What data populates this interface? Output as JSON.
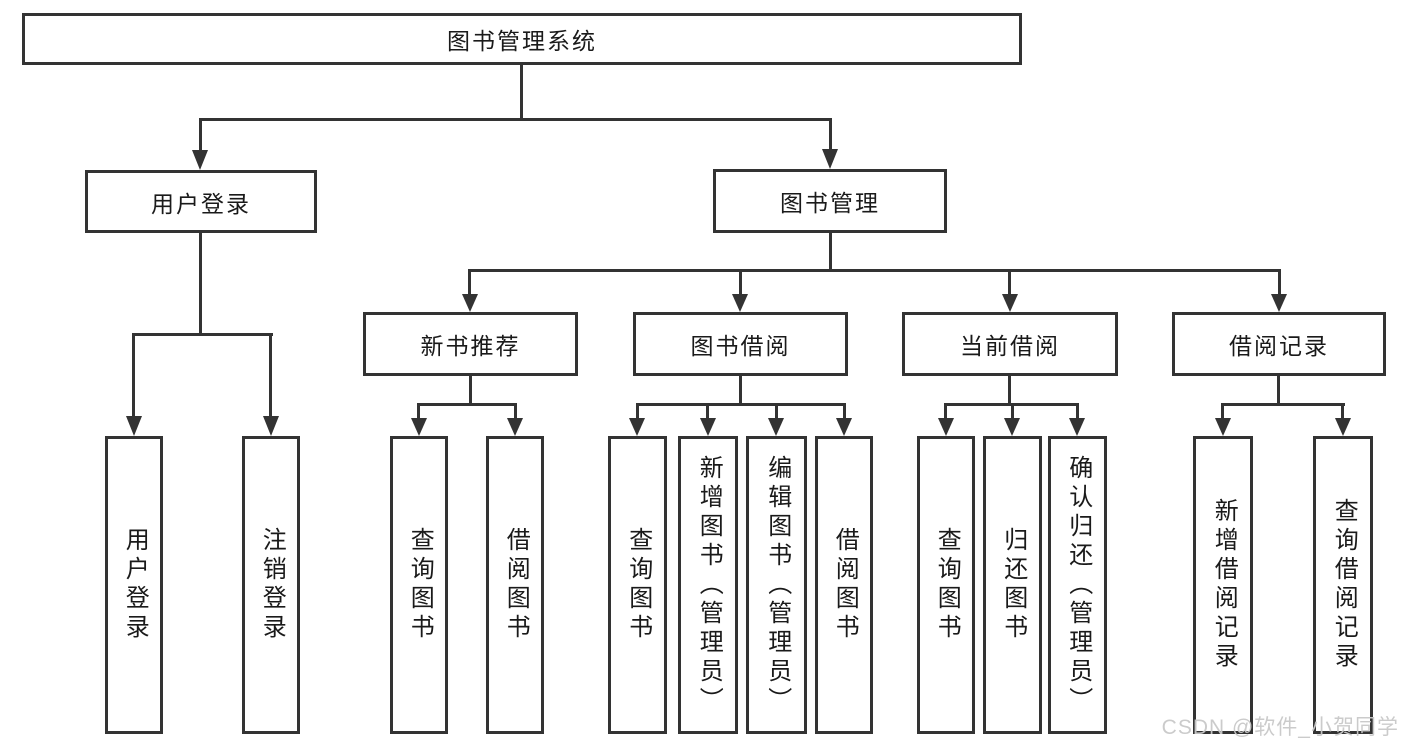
{
  "diagram": {
    "title": "图书管理系统",
    "level2": {
      "user_login": "用户登录",
      "book_mgmt": "图书管理"
    },
    "level3": {
      "new_books": "新书推荐",
      "book_borrow": "图书借阅",
      "current_borrow": "当前借阅",
      "borrow_records": "借阅记录"
    },
    "leaves": {
      "user_login": [
        "用户登录",
        "注销登录"
      ],
      "new_books": [
        "查询图书",
        "借阅图书"
      ],
      "book_borrow": [
        "查询图书",
        "新增图书（管理员）",
        "编辑图书（管理员）",
        "借阅图书"
      ],
      "current_borrow": [
        "查询图书",
        "归还图书",
        "确认归还（管理员）"
      ],
      "borrow_records": [
        "新增借阅记录",
        "查询借阅记录"
      ]
    }
  },
  "watermark": "CSDN @软件_小贺同学",
  "colors": {
    "line": "#333333",
    "text": "#1a1a1a",
    "background": "#ffffff",
    "watermark": "#c9c9c9"
  }
}
